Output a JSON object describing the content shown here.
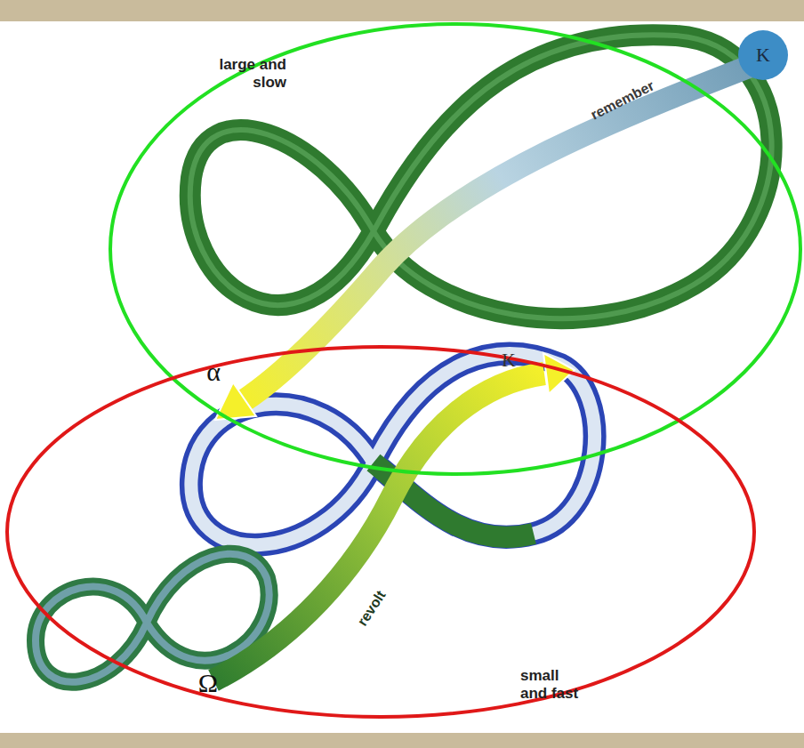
{
  "diagram": {
    "nodes": [
      {
        "text": [
          "large and slow"
        ]
      },
      {
        "text": [
          "K"
        ],
        "in": 0
      },
      {
        "text": [
          "small and fast"
        ]
      }
    ],
    "labels": [
      "remember",
      "α",
      "K",
      "revolt",
      "Ω"
    ]
  }
}
